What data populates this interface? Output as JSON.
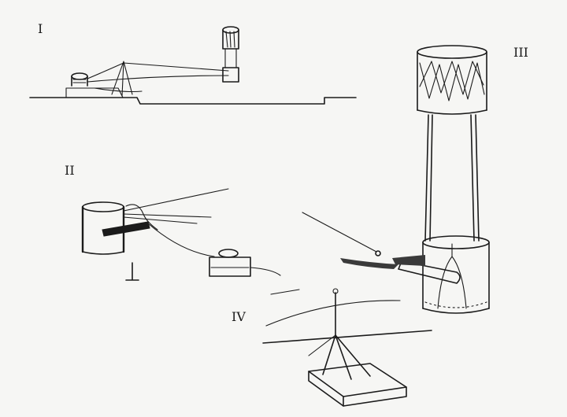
{
  "sketch": {
    "labels": {
      "fig1": "I",
      "fig2": "II",
      "fig3": "III",
      "fig4": "IV"
    },
    "ink_color": "#1b1b1b",
    "paper_color": "#f6f6f4"
  }
}
